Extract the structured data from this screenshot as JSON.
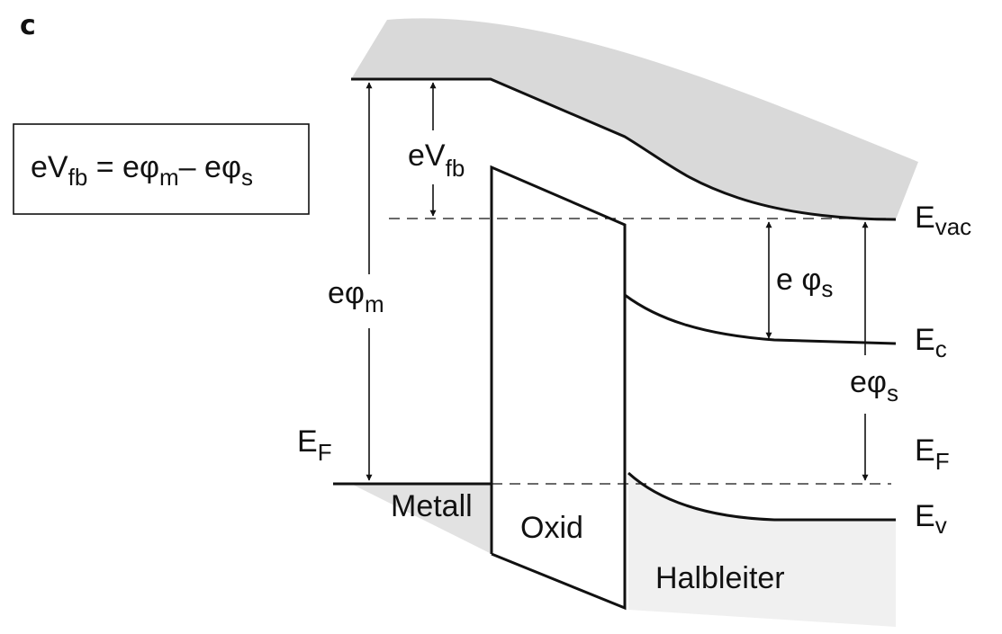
{
  "panel_letter": "c",
  "formula": {
    "lhs_main": "eV",
    "lhs_sub": "fb",
    "eq": " = ",
    "t1_main": "eφ",
    "t1_sub": "m",
    "minus": "– ",
    "t2_main": "eφ",
    "t2_sub": "s"
  },
  "labels": {
    "evfb_main": "eV",
    "evfb_sub": "fb",
    "ephim_main": "eφ",
    "ephim_sub": "m",
    "ephis1_main": "e φ",
    "ephis1_sub": "s",
    "ephis2_main": "eφ",
    "ephis2_sub": "s",
    "ef_left_main": "E",
    "ef_left_sub": "F",
    "evac_main": "E",
    "evac_sub": "vac",
    "ec_main": "E",
    "ec_sub": "c",
    "ef_right_main": "E",
    "ef_right_sub": "F",
    "ev_main": "E",
    "ev_sub": "v"
  },
  "regions": {
    "metal": "Metall",
    "oxide": "Oxid",
    "semiconductor": "Halbleiter"
  },
  "colors": {
    "band_fill": "#d9d9d9",
    "semi_fill": "#f0f0f0",
    "line": "#111111"
  }
}
